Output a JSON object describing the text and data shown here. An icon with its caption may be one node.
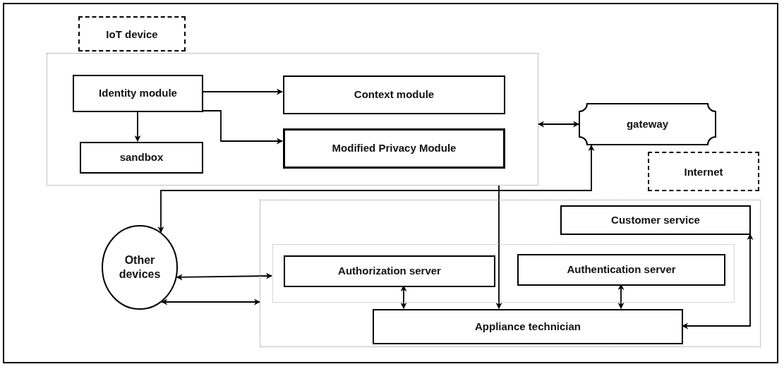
{
  "diagram": {
    "nodes": [
      {
        "text": [
          "IoT device"
        ]
      },
      {
        "text": [
          "Identity module"
        ],
        "in": 0
      },
      {
        "text": [
          "Context module"
        ],
        "in": 0
      },
      {
        "text": [
          "sandbox"
        ],
        "in": 0
      },
      {
        "text": [
          "Modified Privacy Module"
        ],
        "in": 0
      },
      {
        "text": [
          "gateway"
        ]
      },
      {
        "text": [
          "Internet"
        ]
      },
      {
        "text": [
          "Customer service"
        ],
        "in": 6
      },
      {
        "text": [],
        "shape": "box",
        "in": 6
      },
      {
        "text": [
          "Authorization server"
        ],
        "in": 8
      },
      {
        "text": [
          "Authentication server"
        ],
        "in": 8
      },
      {
        "text": [
          "Appliance technician"
        ],
        "in": 6
      },
      {
        "text": [
          "Other devices"
        ]
      }
    ],
    "edges": [
      {
        "from": 1,
        "to": 2,
        "arrow": "to"
      },
      {
        "from": 1,
        "to": 3,
        "arrow": "to"
      },
      {
        "from": 1,
        "to": 4,
        "arrow": "to"
      },
      {
        "from": 0,
        "to": 5,
        "arrow": "both"
      },
      {
        "from": 12,
        "to": 5,
        "arrow": "both"
      },
      {
        "from": 0,
        "to": 11,
        "arrow": "to"
      },
      {
        "from": 12,
        "to": 8,
        "arrow": "both"
      },
      {
        "from": 12,
        "to": 6,
        "arrow": "both"
      },
      {
        "from": 9,
        "to": 11,
        "arrow": "both"
      },
      {
        "from": 10,
        "to": 11,
        "arrow": "both"
      },
      {
        "from": 11,
        "to": 7,
        "arrow": "both"
      }
    ]
  }
}
